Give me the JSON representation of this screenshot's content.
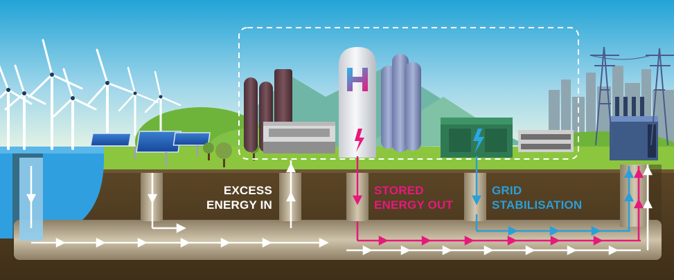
{
  "diagram": {
    "labels": {
      "excess_in_line1": "EXCESS",
      "excess_in_line2": "ENERGY IN",
      "stored_out_line1": "STORED",
      "stored_out_line2": "ENERGY OUT",
      "grid_line1": "GRID",
      "grid_line2": "STABILISATION"
    },
    "tank_logo_letter": "H",
    "colors": {
      "sky_top": "#2aa8d8",
      "sky_bottom": "#e8f4df",
      "ground_surface": "#8cc63f",
      "underground": "#4e3b22",
      "tunnel": "#b9ab8f",
      "water": "#2f9fe0",
      "excess_energy_arrows": "#ffffff",
      "stored_energy_out": "#e6197c",
      "grid_stabilisation": "#2a9fd8",
      "dashed_boundary": "#ffffff"
    },
    "elements": [
      "wind-turbines",
      "solar-panels",
      "reservoir",
      "hydrogen-production-plant",
      "hydrogen-storage-tank",
      "storage-silos",
      "generator-unit",
      "electrical-substation",
      "transmission-towers",
      "city-skyline",
      "underground-storage-cavern"
    ]
  }
}
